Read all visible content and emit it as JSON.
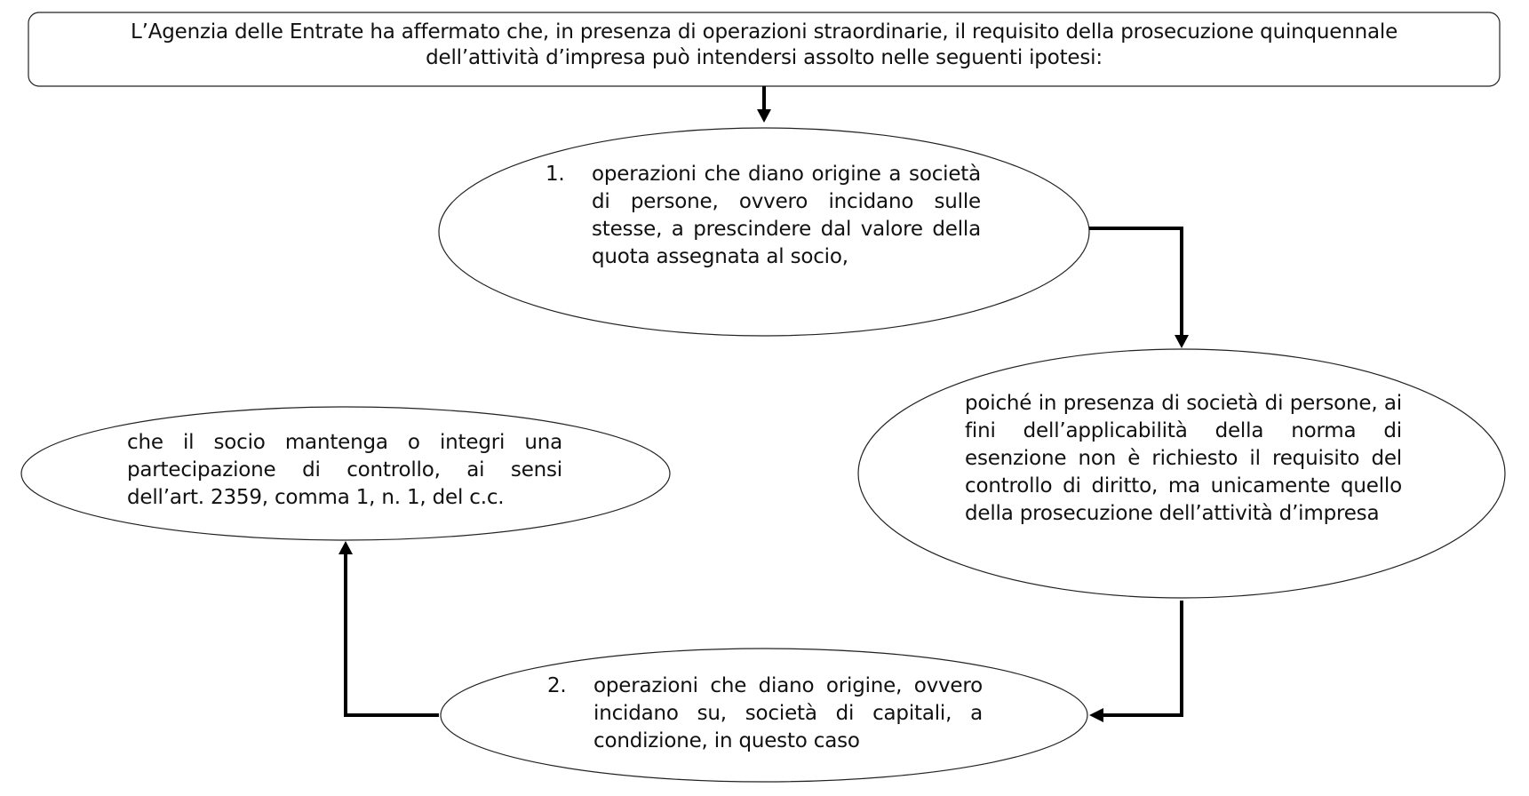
{
  "header": {
    "line1": "L’Agenzia delle Entrate ha affermato che, in presenza di operazioni straordinarie, il requisito della prosecuzione quinquennale",
    "line2": "dell’attività d’impresa può intendersi assolto nelle seguenti ipotesi:"
  },
  "item1": {
    "number": "1.",
    "text": "operazioni che diano origine a società di persone, ovvero incidano sulle stesse, a prescindere dal valore della quota assegnata al socio,"
  },
  "note_right": {
    "text": "poiché in presenza di società di persone, ai fini dell’applicabilità della norma di esenzione non è richiesto il requisito del controllo di diritto, ma unicamente quello della prosecuzione dell’attività d’impresa"
  },
  "item2": {
    "number": "2.",
    "text": "operazioni che diano origine, ovvero incidano su, società di capitali, a condizione, in questo caso"
  },
  "note_left": {
    "text": "che il socio mantenga o integri una partecipazione di controllo, ai sensi dell’art. 2359, comma 1, n. 1, del c.c."
  },
  "colors": {
    "stroke": "#222222",
    "connector": "#000000",
    "fill": "#ffffff"
  }
}
